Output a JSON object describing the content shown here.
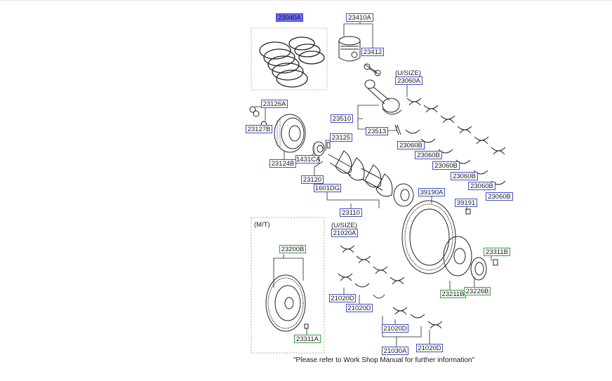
{
  "diagram": {
    "mt_label": "(M/T)",
    "usize_upper": "(U/SIZE)",
    "usize_lower": "(U/SIZE)",
    "footnote": "\"Please refer to Work Shop Manual for further information\"",
    "callouts": {
      "c23040A": "23040A",
      "c23410A": "23410A",
      "c23412": "23412",
      "c23060A": "23060A",
      "c23126A": "23126A",
      "c23127B": "23127B",
      "c23510": "23510",
      "c23513": "23513",
      "c23125": "23125",
      "c23124B": "23124B",
      "c1431CA": "1431CA",
      "c23060B_1": "23060B",
      "c23060B_2": "23060B",
      "c23060B_3": "23060B",
      "c23060B_4": "23060B",
      "c23060B_5": "23060B",
      "c23060B_6": "23060B",
      "c23120": "23120",
      "c1601DG": "1601DG",
      "c39190A": "39190A",
      "c39191": "39191",
      "c23110": "23110",
      "c21020A": "21020A",
      "c23200B": "23200B",
      "c23311B": "23311B",
      "c23211B": "23211B",
      "c23226B": "23226B",
      "c21020D_1": "21020D",
      "c21020D_2": "21020D",
      "c21020D_3": "21020D",
      "c21020D_4": "21020D",
      "c23311A": "23311A",
      "c21030A": "21030A"
    }
  }
}
